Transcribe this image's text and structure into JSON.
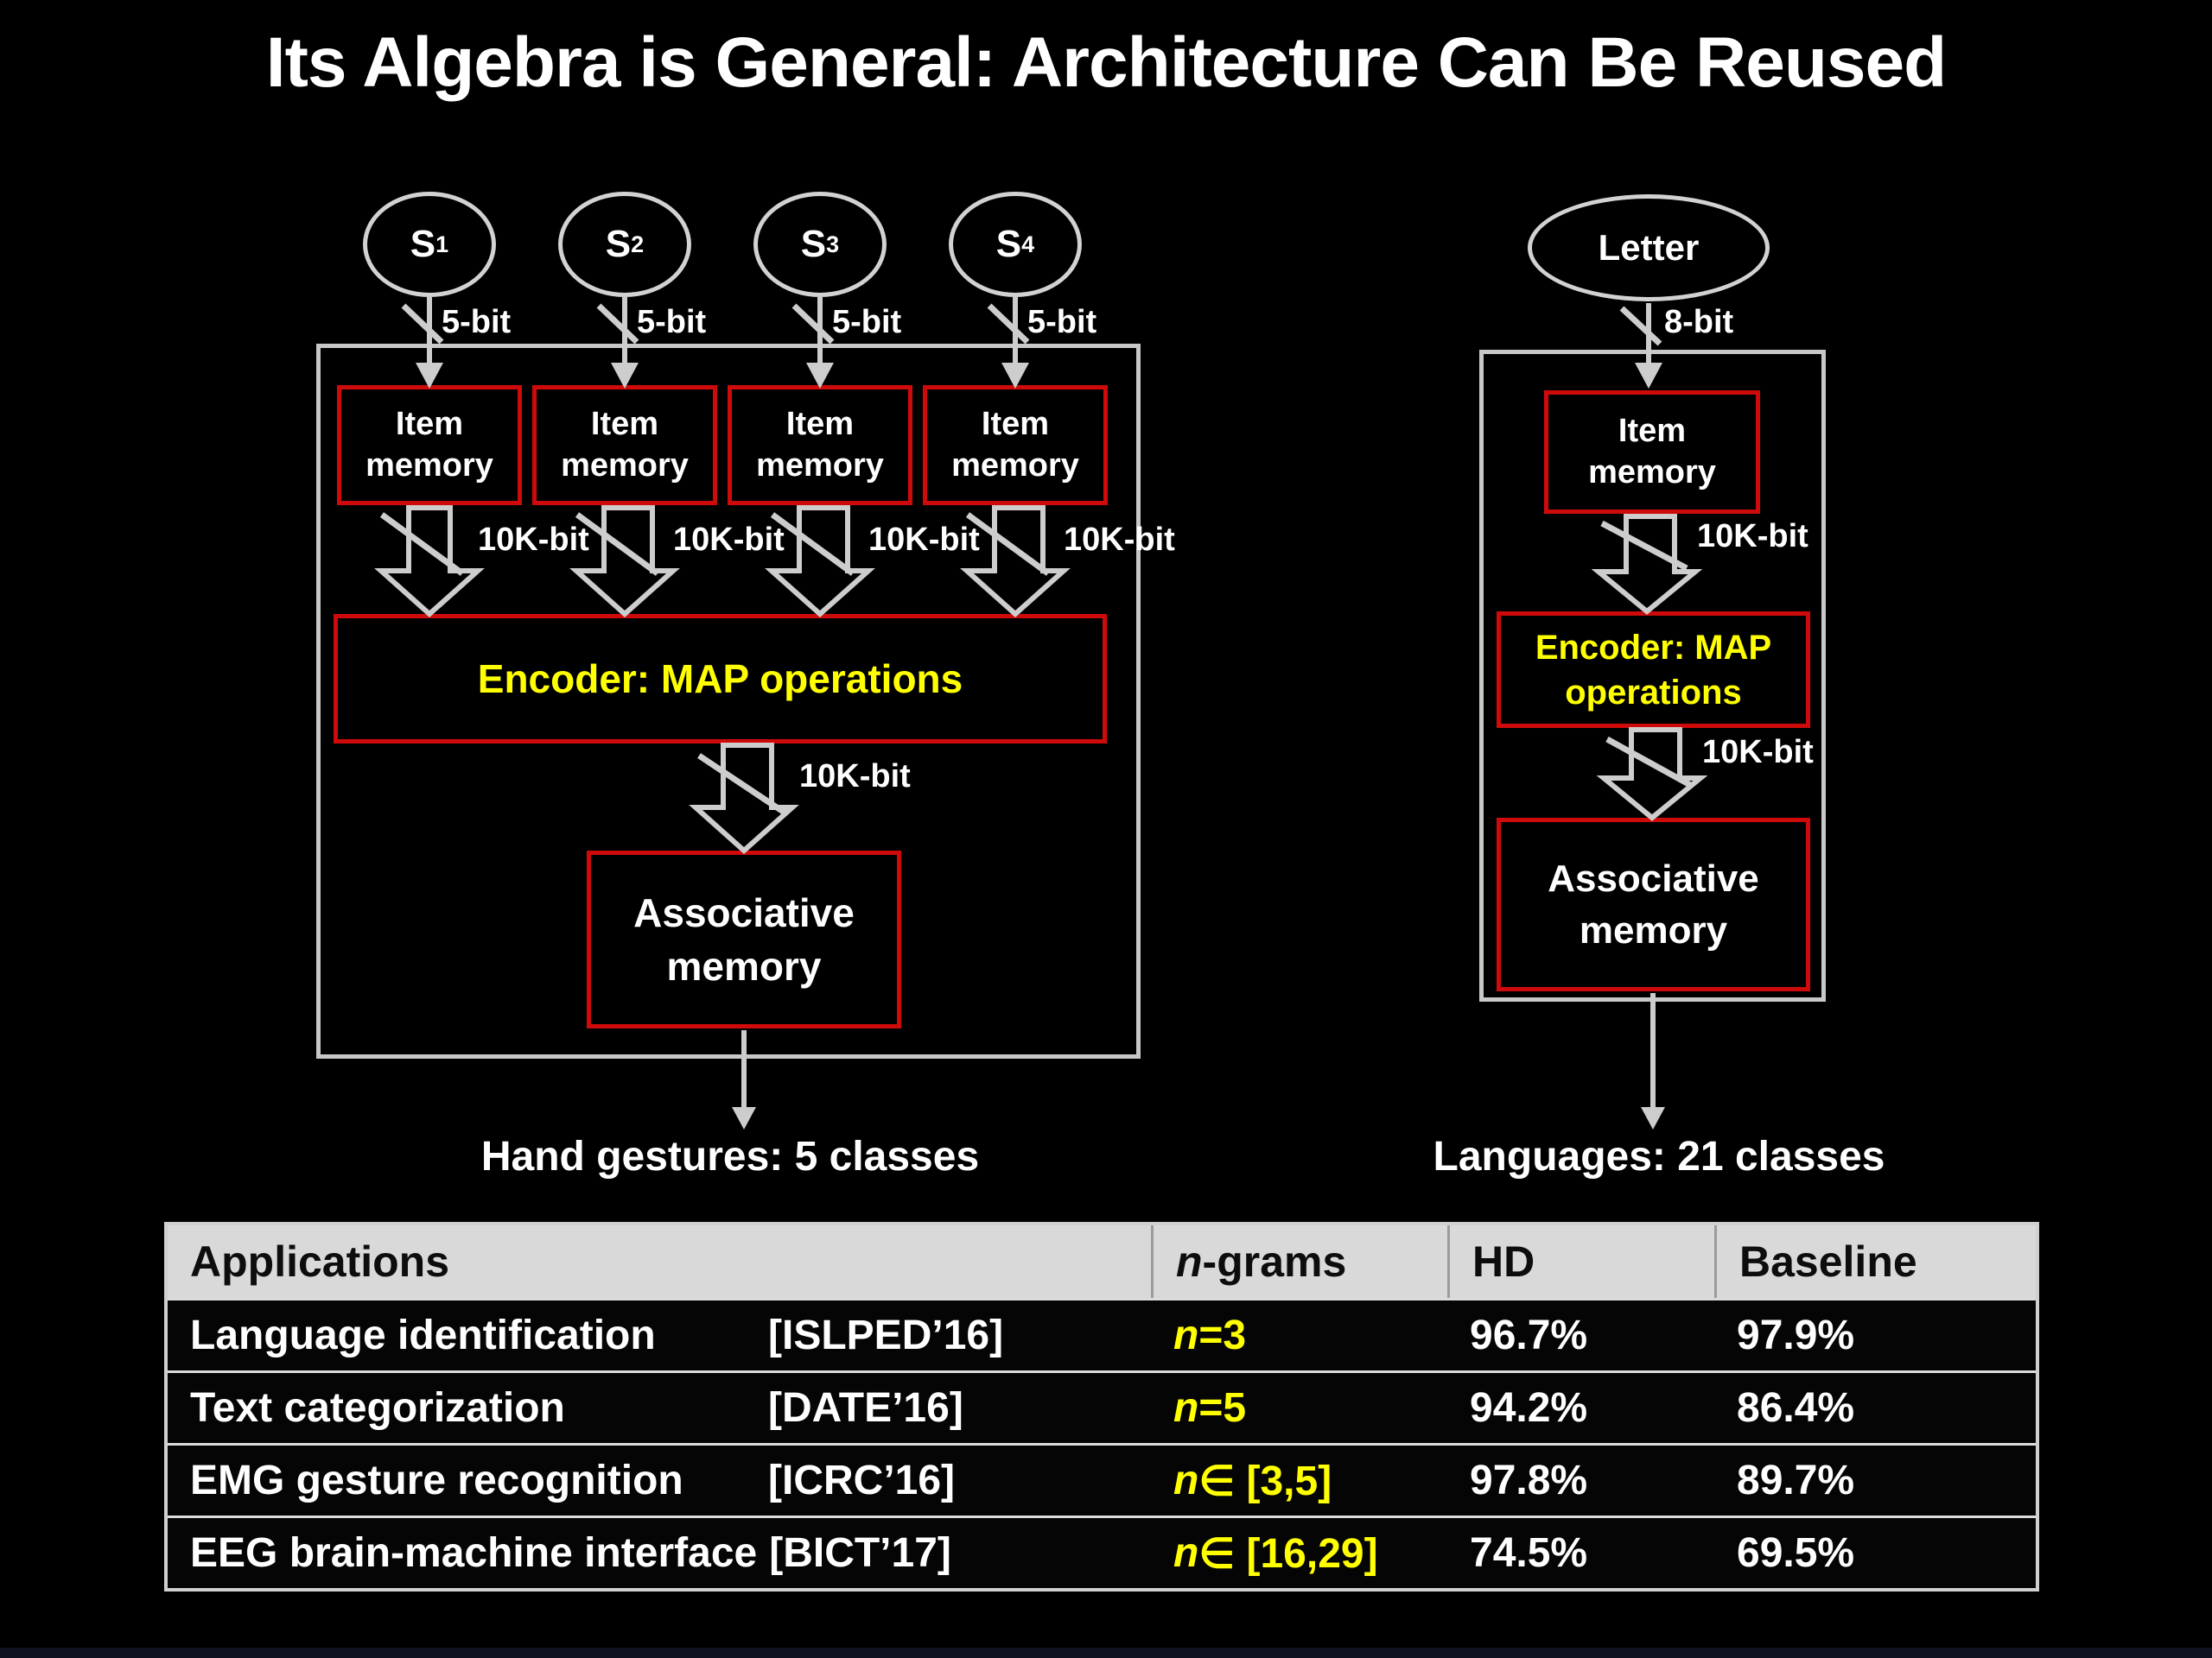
{
  "title": "Its Algebra is General: Architecture Can Be Reused",
  "left": {
    "sources": [
      {
        "name": "S",
        "sub": "1",
        "bus": "5-bit"
      },
      {
        "name": "S",
        "sub": "2",
        "bus": "5-bit"
      },
      {
        "name": "S",
        "sub": "3",
        "bus": "5-bit"
      },
      {
        "name": "S",
        "sub": "4",
        "bus": "5-bit"
      }
    ],
    "item_memory": {
      "line1": "Item",
      "line2": "memory"
    },
    "encoder_label": "Encoder: MAP operations",
    "bus_wide": "10K-bit",
    "assoc": {
      "line1": "Associative",
      "line2": "memory"
    },
    "caption": "Hand gestures: 5 classes"
  },
  "right": {
    "source": "Letter",
    "bus_in": "8-bit",
    "item_memory": {
      "line1": "Item",
      "line2": "memory"
    },
    "encoder": {
      "line1": "Encoder: MAP",
      "line2": "operations"
    },
    "bus_wide": "10K-bit",
    "assoc": {
      "line1": "Associative",
      "line2": "memory"
    },
    "caption": "Languages: 21 classes"
  },
  "table": {
    "header": {
      "applications": "Applications",
      "ngrams_prefix": "n",
      "ngrams_suffix": "-grams",
      "hd": "HD",
      "baseline": "Baseline"
    },
    "rows": [
      {
        "app": "Language identification",
        "ref": "[ISLPED’16]",
        "n_prefix": "n",
        "n_suffix": "=3",
        "hd": "96.7%",
        "baseline": "97.9%"
      },
      {
        "app": "Text categorization",
        "ref": "[DATE’16]",
        "n_prefix": "n",
        "n_suffix": "=5",
        "hd": "94.2%",
        "baseline": "86.4%"
      },
      {
        "app": "EMG gesture recognition",
        "ref": "[ICRC’16]",
        "n_prefix": "n",
        "n_suffix": "∈ [3,5]",
        "hd": "97.8%",
        "baseline": "89.7%"
      },
      {
        "app": "EEG brain-machine interface",
        "ref": "[BICT’17]",
        "n_prefix": "n",
        "n_suffix": "∈ [16,29]",
        "hd": "74.5%",
        "baseline": "69.5%"
      }
    ]
  },
  "colors": {
    "accent_red": "#cf0a0a",
    "highlight_yellow": "#ffff00",
    "frame_gray": "#c8c8c8",
    "table_header_bg": "#d9d9d9"
  }
}
